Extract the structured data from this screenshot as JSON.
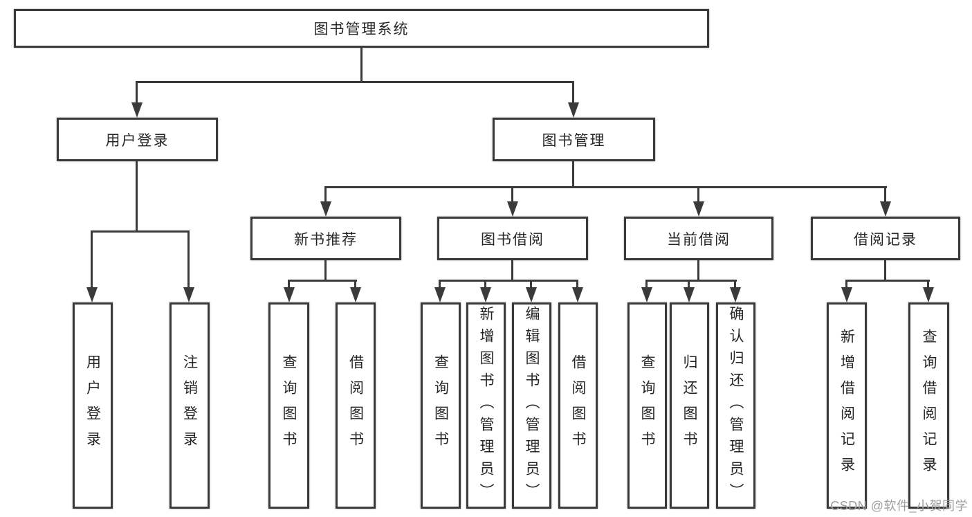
{
  "diagram": {
    "root": {
      "label": "图书管理系统"
    },
    "level2": [
      {
        "label": "用户登录"
      },
      {
        "label": "图书管理"
      }
    ],
    "level3": [
      {
        "label": "新书推荐",
        "parent": "图书管理"
      },
      {
        "label": "图书借阅",
        "parent": "图书管理"
      },
      {
        "label": "当前借阅",
        "parent": "图书管理"
      },
      {
        "label": "借阅记录",
        "parent": "图书管理"
      }
    ],
    "leaves": [
      {
        "label": "用户登录",
        "parent": "用户登录"
      },
      {
        "label": "注销登录",
        "parent": "用户登录"
      },
      {
        "label": "查询图书",
        "parent": "新书推荐"
      },
      {
        "label": "借阅图书",
        "parent": "新书推荐"
      },
      {
        "label": "查询图书",
        "parent": "图书借阅"
      },
      {
        "label": "新增图书（管理员）",
        "parent": "图书借阅"
      },
      {
        "label": "编辑图书（管理员）",
        "parent": "图书借阅"
      },
      {
        "label": "借阅图书",
        "parent": "图书借阅"
      },
      {
        "label": "查询图书",
        "parent": "当前借阅"
      },
      {
        "label": "归还图书",
        "parent": "当前借阅"
      },
      {
        "label": "确认归还（管理员）",
        "parent": "当前借阅"
      },
      {
        "label": "新增借阅记录",
        "parent": "借阅记录"
      },
      {
        "label": "查询借阅记录",
        "parent": "借阅记录"
      }
    ]
  },
  "watermark": {
    "text": "CSDN @软件_小贺同学"
  },
  "colors": {
    "line": "#3a3a3a",
    "text": "#262626",
    "watermark": "#9e9e9e",
    "background": "#ffffff"
  }
}
